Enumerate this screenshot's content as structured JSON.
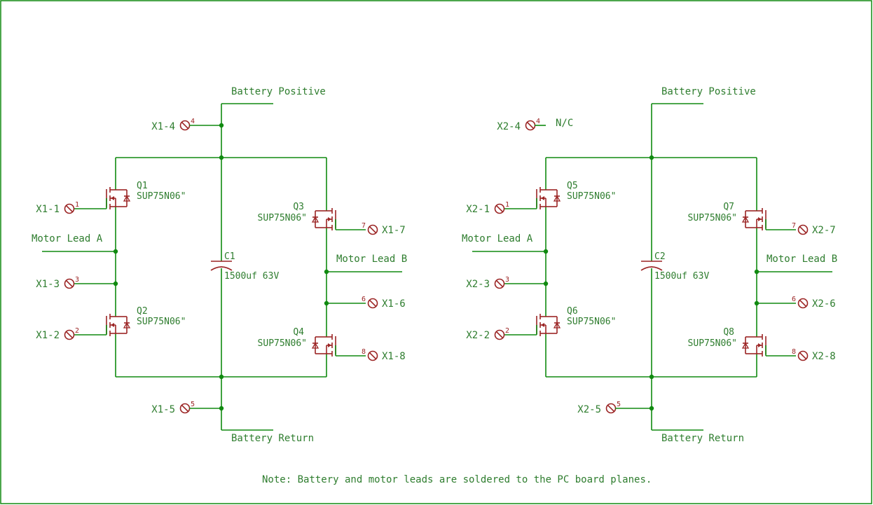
{
  "colors": {
    "wire": "#108a10",
    "component": "#9b2424",
    "text": "#2e7d2e",
    "frame": "#108a10"
  },
  "note": "Note: Battery and motor leads are soldered to the PC board planes.",
  "bridges": [
    {
      "battery_positive": "Battery Positive",
      "battery_return": "Battery Return",
      "motor_lead_a": "Motor Lead A",
      "motor_lead_b": "Motor Lead B",
      "nc": "",
      "capacitor": {
        "ref": "C1",
        "value": "1500uf 63V"
      },
      "q1": {
        "ref": "Q1",
        "part": "SUP75N06\""
      },
      "q2": {
        "ref": "Q2",
        "part": "SUP75N06\""
      },
      "q3": {
        "ref": "Q3",
        "part": "SUP75N06\""
      },
      "q4": {
        "ref": "Q4",
        "part": "SUP75N06\""
      },
      "pins": {
        "p1": {
          "label": "X1-1",
          "num": "1"
        },
        "p2": {
          "label": "X1-2",
          "num": "2"
        },
        "p3": {
          "label": "X1-3",
          "num": "3"
        },
        "p4": {
          "label": "X1-4",
          "num": "4"
        },
        "p5": {
          "label": "X1-5",
          "num": "5"
        },
        "p6": {
          "label": "X1-6",
          "num": "6"
        },
        "p7": {
          "label": "X1-7",
          "num": "7"
        },
        "p8": {
          "label": "X1-8",
          "num": "8"
        }
      }
    },
    {
      "battery_positive": "Battery Positive",
      "battery_return": "Battery Return",
      "motor_lead_a": "Motor Lead A",
      "motor_lead_b": "Motor Lead B",
      "nc": "N/C",
      "capacitor": {
        "ref": "C2",
        "value": "1500uf 63V"
      },
      "q1": {
        "ref": "Q5",
        "part": "SUP75N06\""
      },
      "q2": {
        "ref": "Q6",
        "part": "SUP75N06\""
      },
      "q3": {
        "ref": "Q7",
        "part": "SUP75N06\""
      },
      "q4": {
        "ref": "Q8",
        "part": "SUP75N06\""
      },
      "pins": {
        "p1": {
          "label": "X2-1",
          "num": "1"
        },
        "p2": {
          "label": "X2-2",
          "num": "2"
        },
        "p3": {
          "label": "X2-3",
          "num": "3"
        },
        "p4": {
          "label": "X2-4",
          "num": "4"
        },
        "p5": {
          "label": "X2-5",
          "num": "5"
        },
        "p6": {
          "label": "X2-6",
          "num": "6"
        },
        "p7": {
          "label": "X2-7",
          "num": "7"
        },
        "p8": {
          "label": "X2-8",
          "num": "8"
        }
      }
    }
  ]
}
